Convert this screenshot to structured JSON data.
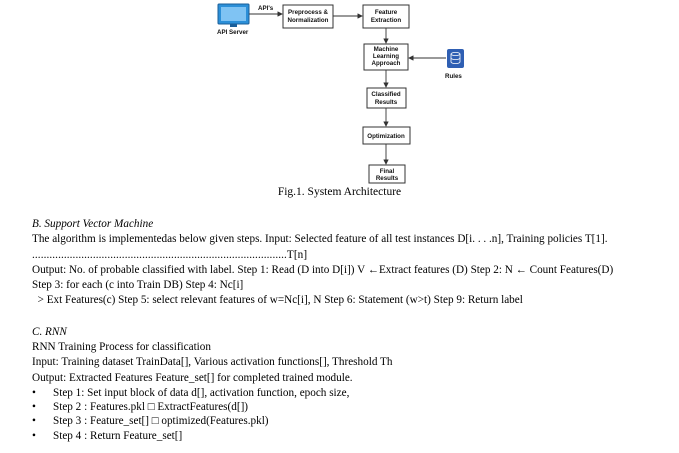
{
  "diagram": {
    "api_label": "API's",
    "api_server": "API Server",
    "preprocess": [
      "Preprocess &",
      "Normalization"
    ],
    "feature_extraction": [
      "Feature",
      "Extraction"
    ],
    "ml_approach": [
      "Machine",
      "Learning",
      "Approach"
    ],
    "rules": "Rules",
    "classified": [
      "Classified",
      "Results"
    ],
    "optimization": "Optimization",
    "final": [
      "Final",
      "Results"
    ]
  },
  "caption": "Fig.1.   System Architecture",
  "svm": {
    "heading": "B.   Support Vector Machine",
    "line1": "The algorithm is implementedas below given steps. Input: Selected feature of all test instances   D[i. . . .n],   Training   policies   T[1].",
    "line2": "........................................................................................T[n]",
    "line3": "Output: No. of probable classified with label. Step 1: Read (D into D[i]) V ←Extract features (D) Step 2: N ← Count Features(D)",
    "line4": "Step 3: for each (c into Train DB) Step 4: Nc[i]",
    "line5": "  > Ext Features(c) Step 5: select relevant features of w=Nc[i], N Step 6: Statement (w>t) Step 9: Return label"
  },
  "rnn": {
    "heading": "C.   RNN",
    "line1": "RNN Training Process for classification",
    "line2": "Input: Training dataset TrainData[], Various activation functions[], Threshold Th",
    "line3": "Output:  Extracted Features Feature_set[] for completed trained module.",
    "steps": [
      "Step 1: Set input block of data d[], activation function, epoch size,",
      "Step 2 : Features.pkl □ ExtractFeatures(d[])",
      "Step 3 : Feature_set[] □ optimized(Features.pkl)",
      "Step 4 : Return Feature_set[]"
    ]
  },
  "colors": {
    "monitor": "#2b8fd8",
    "database": "#2f5fb3"
  }
}
